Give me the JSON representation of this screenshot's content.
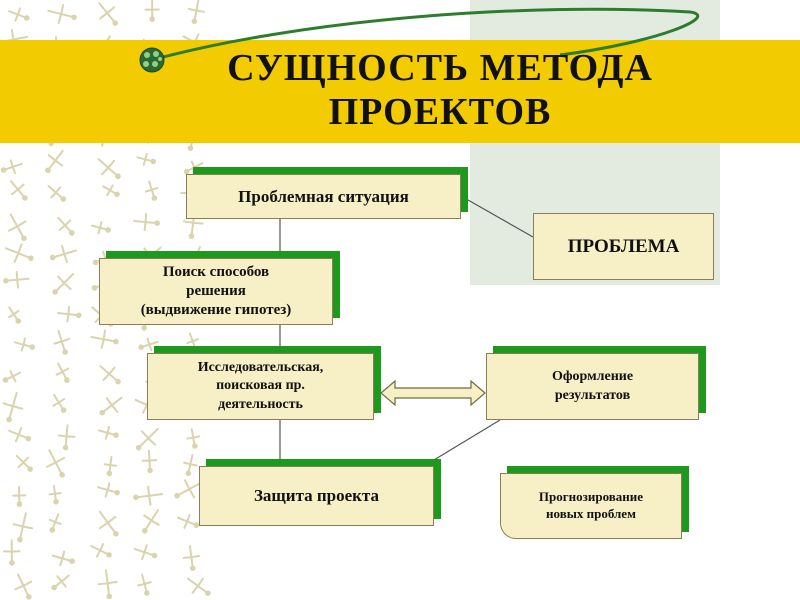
{
  "title": {
    "line1": "СУЩНОСТЬ МЕТОДА",
    "line2": "ПРОЕКТОВ"
  },
  "boxes": {
    "problem_situation": "Проблемная ситуация",
    "problem": "ПРОБЛЕМА",
    "search_methods": "Поиск способов\nрешения\n(выдвижение гипотез)",
    "research_activity": "Исследовательская,\nпоисковая пр.\nдеятельность",
    "results_design": "Оформление\nрезультатов",
    "project_defense": "Защита проекта",
    "forecasting": "Прогнозирование\nновых проблем"
  },
  "colors": {
    "gold_band": "#f2cc00",
    "box_fill": "#f7efc6",
    "box_shadow_green": "#1d9a1d",
    "panel_green": "#e3ebe1"
  }
}
